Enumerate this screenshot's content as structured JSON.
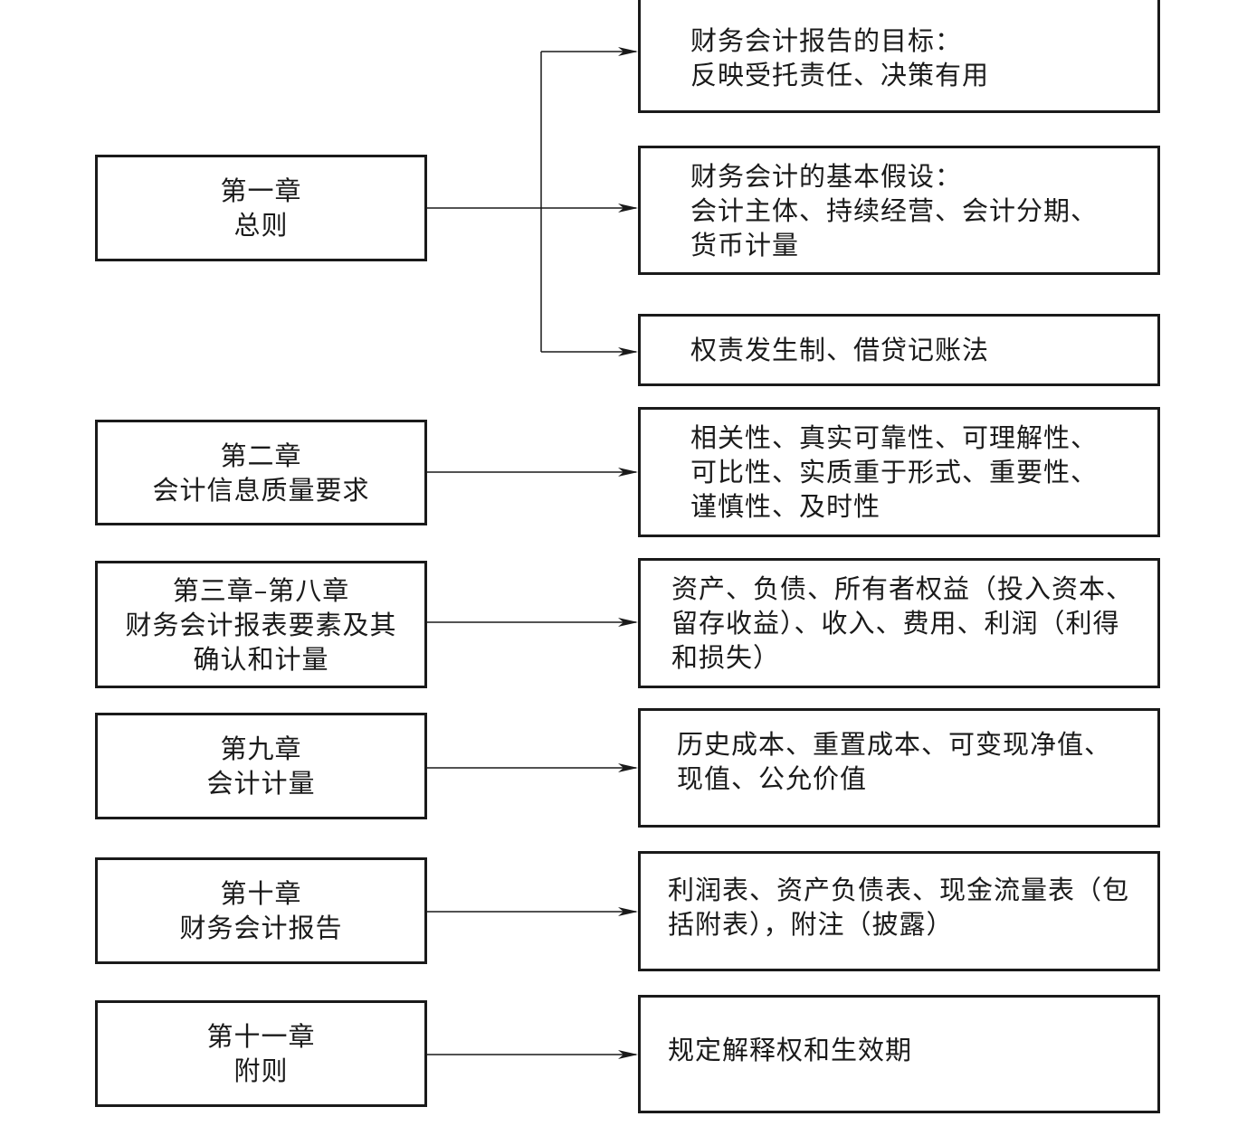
{
  "chapters": [
    {
      "lines": [
        "第一章",
        "总则"
      ],
      "targets": [
        {
          "lines": [
            "财务会计报告的目标：",
            "反映受托责任、决策有用"
          ]
        },
        {
          "lines": [
            "财务会计的基本假设：",
            "会计主体、持续经营、会计分期、",
            "货币计量"
          ]
        },
        {
          "lines": [
            "权责发生制、借贷记账法"
          ]
        }
      ]
    },
    {
      "lines": [
        "第二章",
        "会计信息质量要求"
      ],
      "targets": [
        {
          "lines": [
            "相关性、真实可靠性、可理解性、",
            "可比性、实质重于形式、重要性、",
            "谨慎性、及时性"
          ]
        }
      ]
    },
    {
      "lines": [
        "第三章–第八章",
        "财务会计报表要素及其",
        "确认和计量"
      ],
      "targets": [
        {
          "lines": [
            "资产、负债、所有者权益（投入资本、",
            "留存收益）、收入、费用、利润（利得",
            "和损失）"
          ]
        }
      ]
    },
    {
      "lines": [
        "第九章",
        "会计计量"
      ],
      "targets": [
        {
          "lines": [
            "历史成本、重置成本、可变现净值、",
            "现值、公允价值"
          ]
        }
      ]
    },
    {
      "lines": [
        "第十章",
        "财务会计报告"
      ],
      "targets": [
        {
          "lines": [
            "利润表、资产负债表、现金流量表（包",
            "括附表），附注（披露）"
          ]
        }
      ]
    },
    {
      "lines": [
        "第十一章",
        "附则"
      ],
      "targets": [
        {
          "lines": [
            "规定解释权和生效期"
          ]
        }
      ]
    }
  ],
  "colors": {
    "stroke": "#1a1a1a",
    "background": "#ffffff"
  }
}
